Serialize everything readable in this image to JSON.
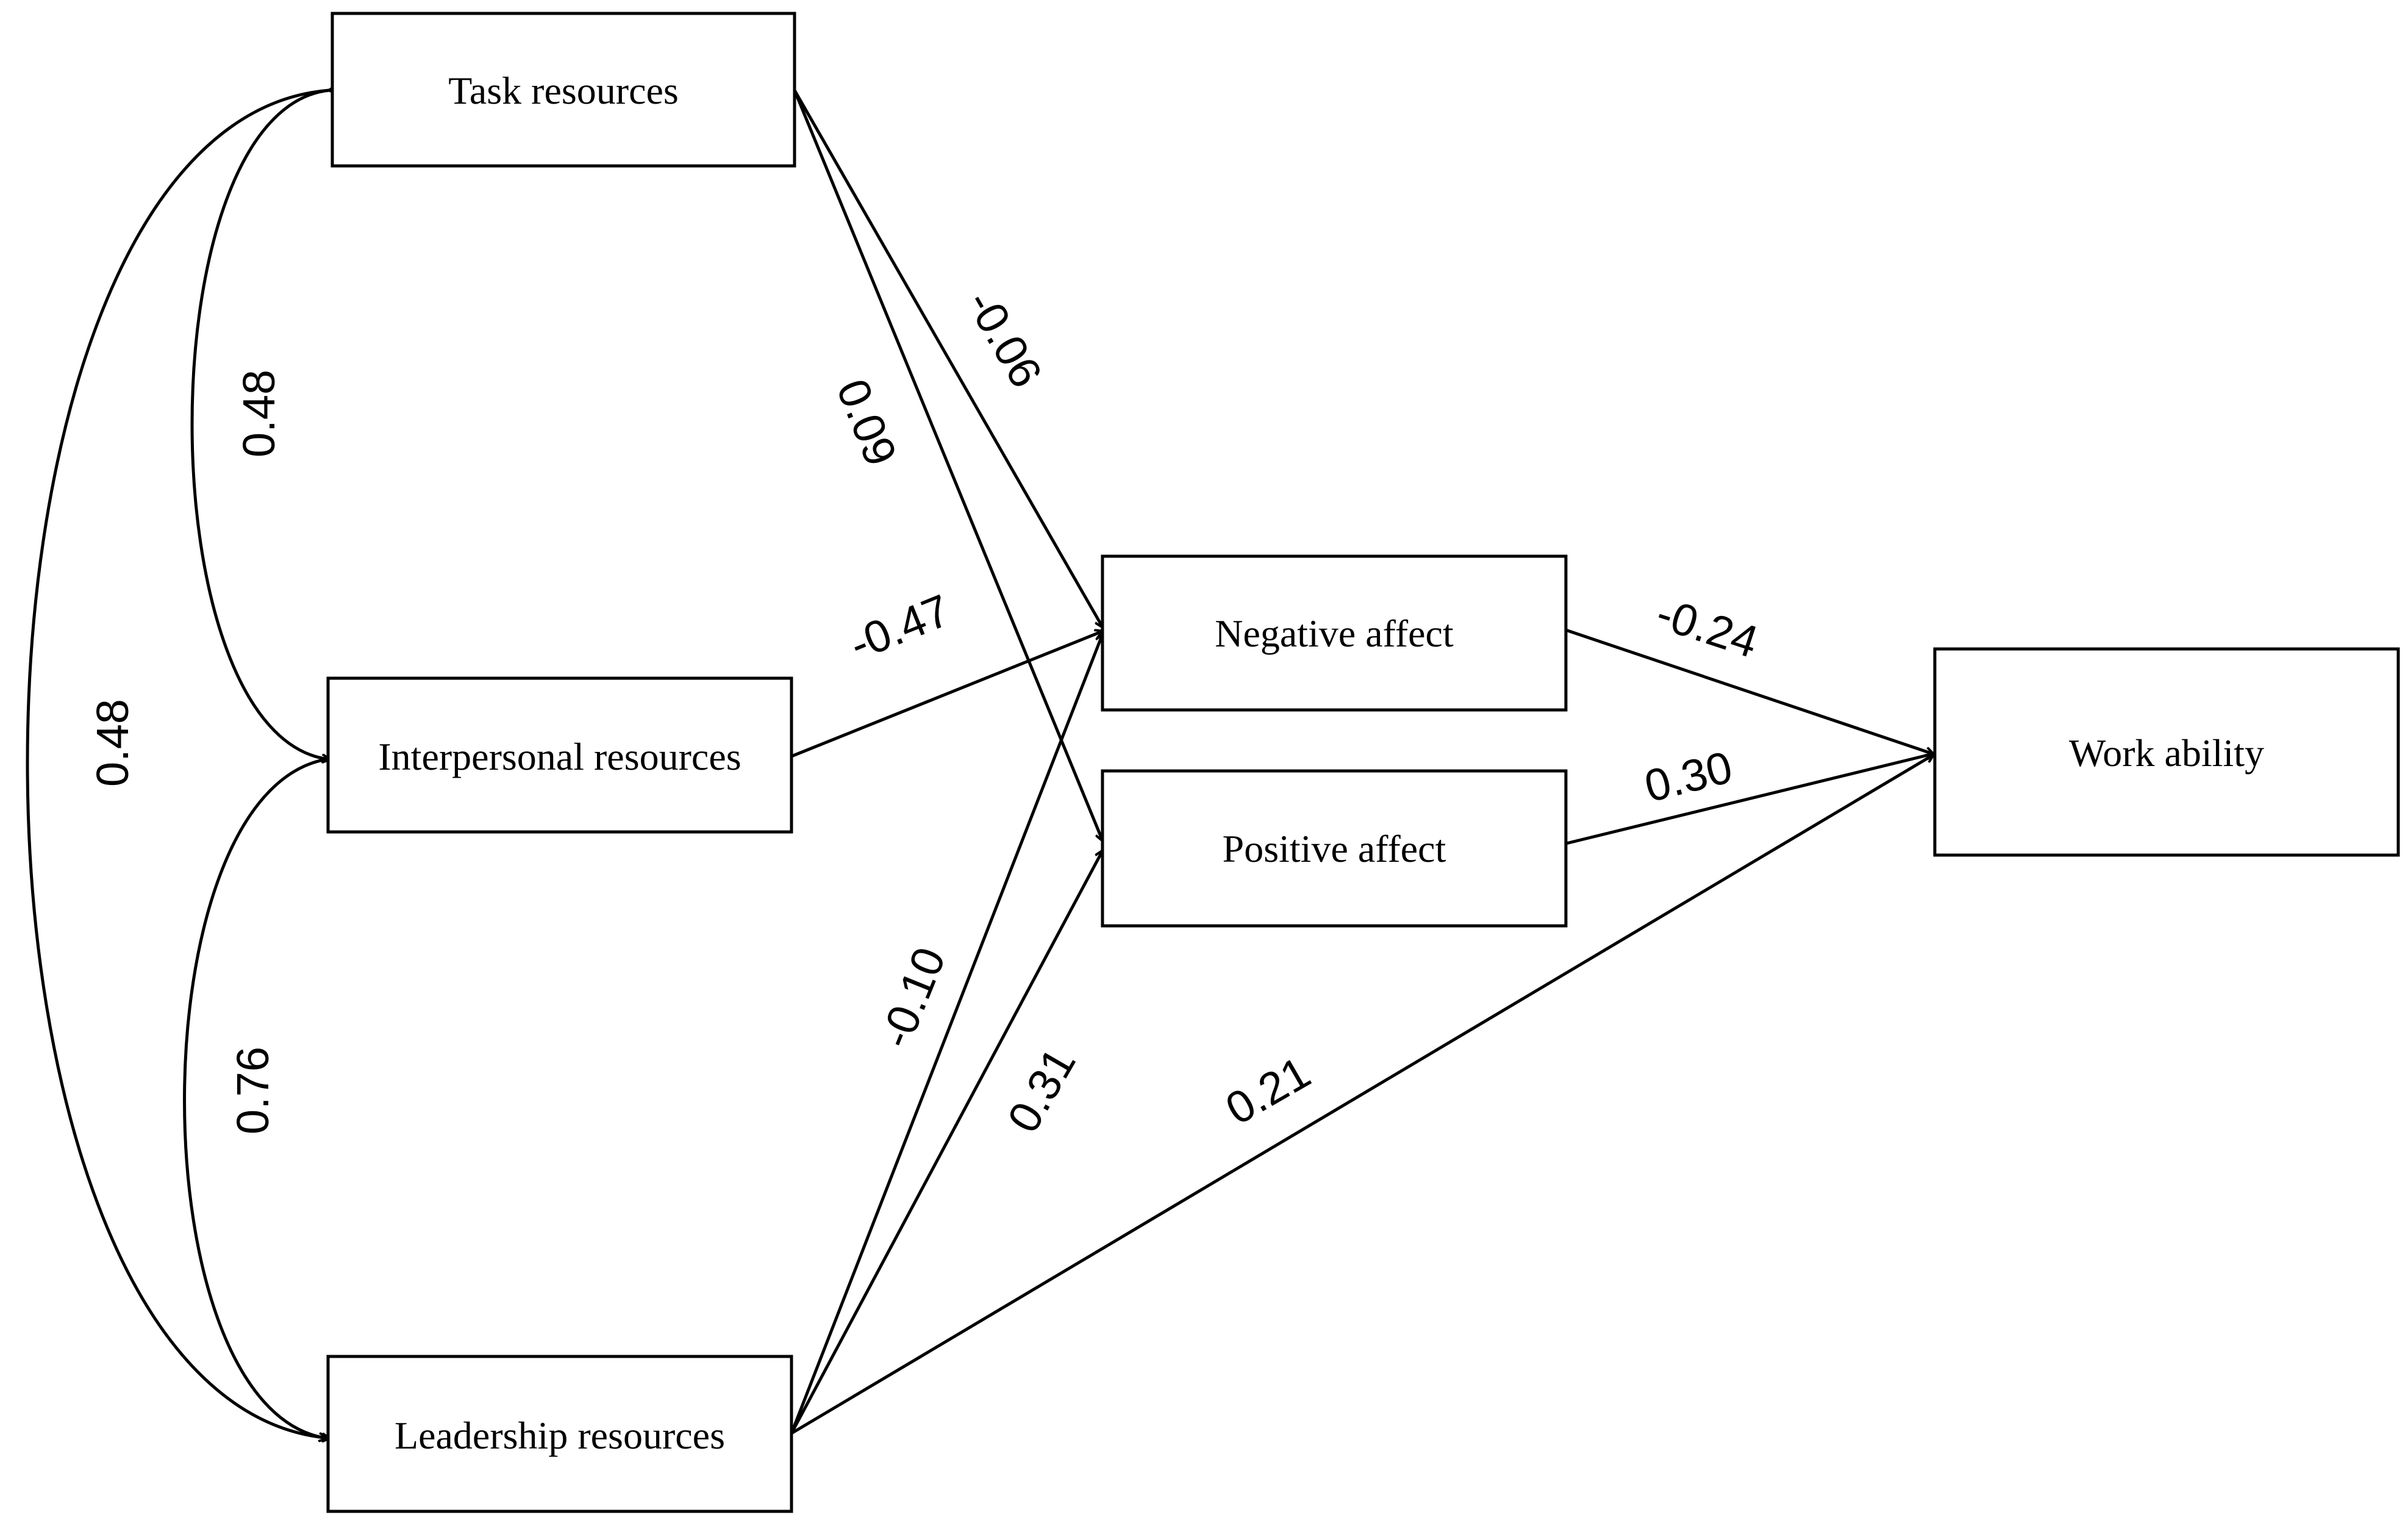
{
  "nodes": {
    "task": "Task resources",
    "interpersonal": "Interpersonal resources",
    "leadership": "Leadership resources",
    "negative": "Negative affect",
    "positive": "Positive affect",
    "work": "Work ability"
  },
  "coefficients": {
    "task_interpersonal": "0.48",
    "task_leadership": "0.48",
    "interpersonal_leadership": "0.76",
    "task_negative": "-0.06",
    "task_positive": "0.09",
    "interpersonal_negative": "-0.47",
    "leadership_negative": "-0.10",
    "leadership_positive": "0.31",
    "leadership_work": "0.21",
    "negative_work": "-0.24",
    "positive_work": "0.30"
  }
}
